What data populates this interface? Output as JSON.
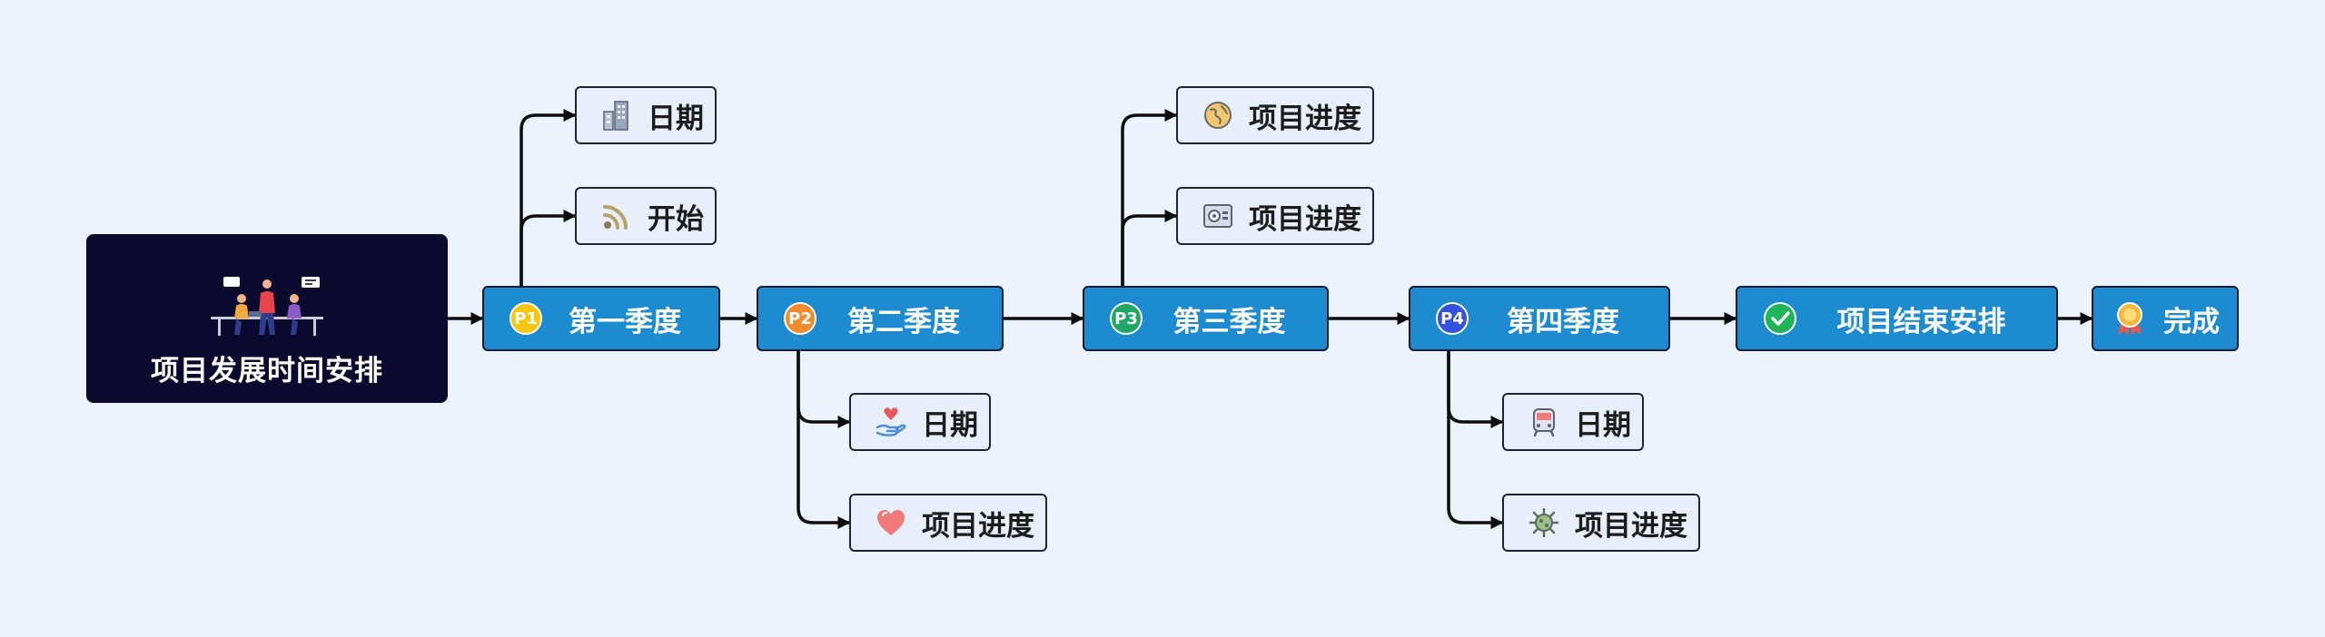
{
  "root": {
    "title": "项目发展时间安排",
    "illustration": "team-collaboration-illustration"
  },
  "phases": [
    {
      "badge": "P1",
      "label": "第一季度",
      "badge_color": "#f5c710"
    },
    {
      "badge": "P2",
      "label": "第二季度",
      "badge_color": "#f08a2c"
    },
    {
      "badge": "P3",
      "label": "第三季度",
      "badge_color": "#1fa865"
    },
    {
      "badge": "P4",
      "label": "第四季度",
      "badge_color": "#3451e0"
    },
    {
      "label": "项目结束安排",
      "icon": "check-circle-icon"
    },
    {
      "label": "完成",
      "icon": "award-medal-icon"
    }
  ],
  "branches": [
    {
      "label": "日期",
      "icon": "building-icon",
      "parent": "P1"
    },
    {
      "label": "开始",
      "icon": "rss-feed-icon",
      "parent": "P1"
    },
    {
      "label": "日期",
      "icon": "hand-heart-icon",
      "parent": "P2"
    },
    {
      "label": "项目进度",
      "icon": "heart-icon",
      "parent": "P2"
    },
    {
      "label": "项目进度",
      "icon": "globe-icon",
      "parent": "P3"
    },
    {
      "label": "项目进度",
      "icon": "safe-box-icon",
      "parent": "P3"
    },
    {
      "label": "日期",
      "icon": "bus-icon",
      "parent": "P4"
    },
    {
      "label": "项目进度",
      "icon": "virus-icon",
      "parent": "P4"
    }
  ],
  "colors": {
    "background": "#edf3fd",
    "root": "#0b0a2e",
    "main_node": "#1d8bd0",
    "sub_node": "#e9effa",
    "connector": "#0d0d0d"
  }
}
